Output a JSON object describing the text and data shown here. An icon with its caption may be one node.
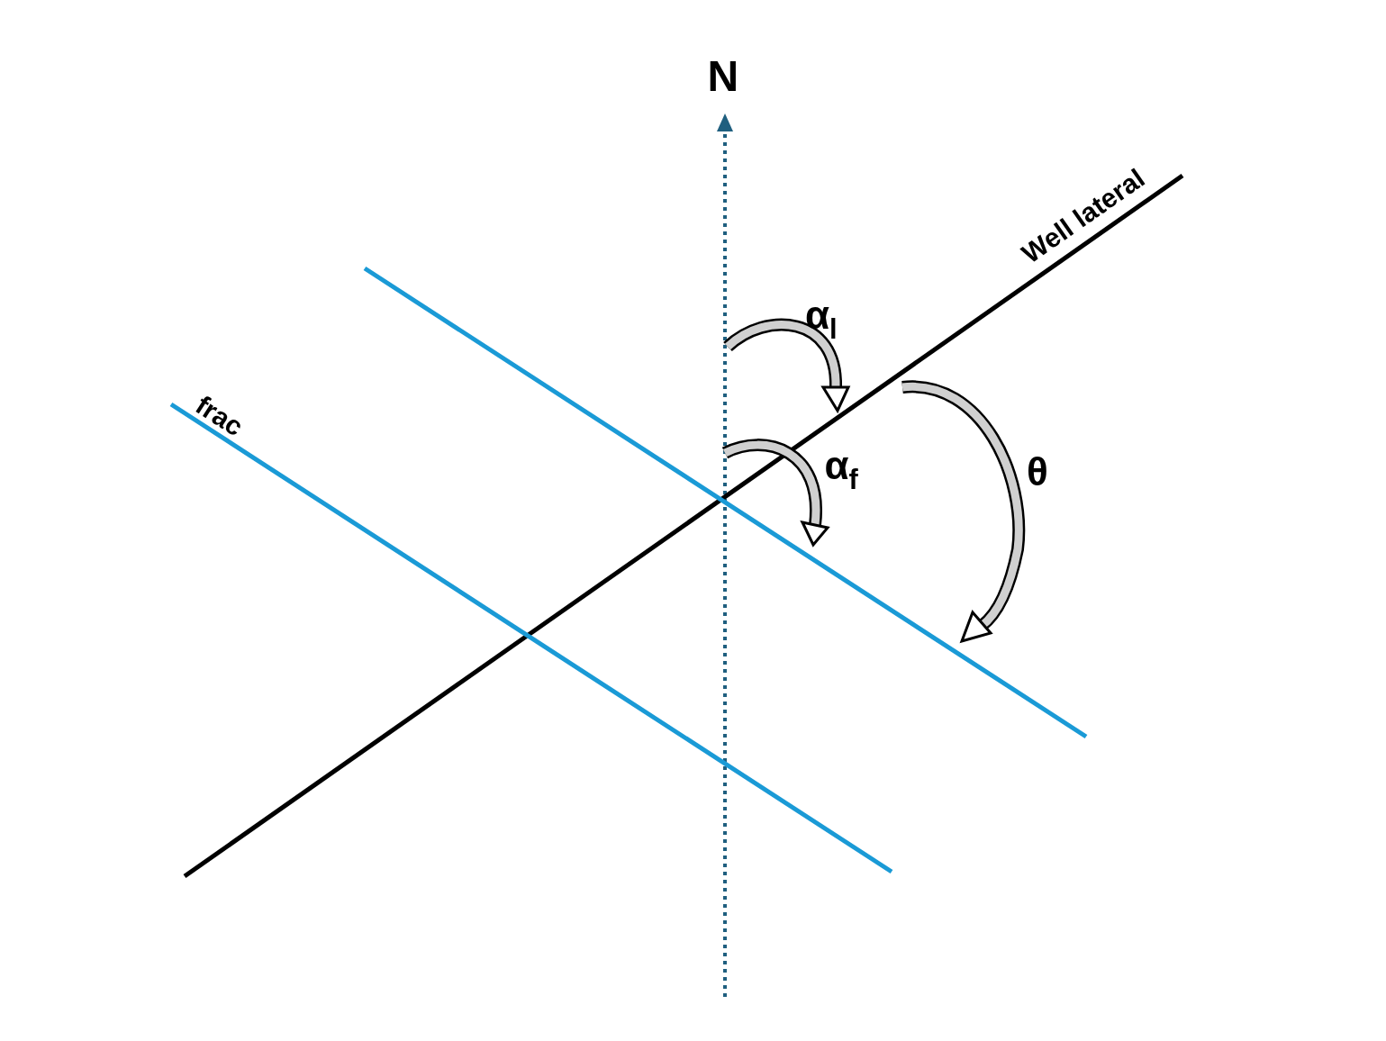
{
  "diagram": {
    "labels": [
      "N",
      "Well lateral",
      "α$_{l}$",
      "frac",
      "α$_{f}$",
      "θ"
    ]
  }
}
